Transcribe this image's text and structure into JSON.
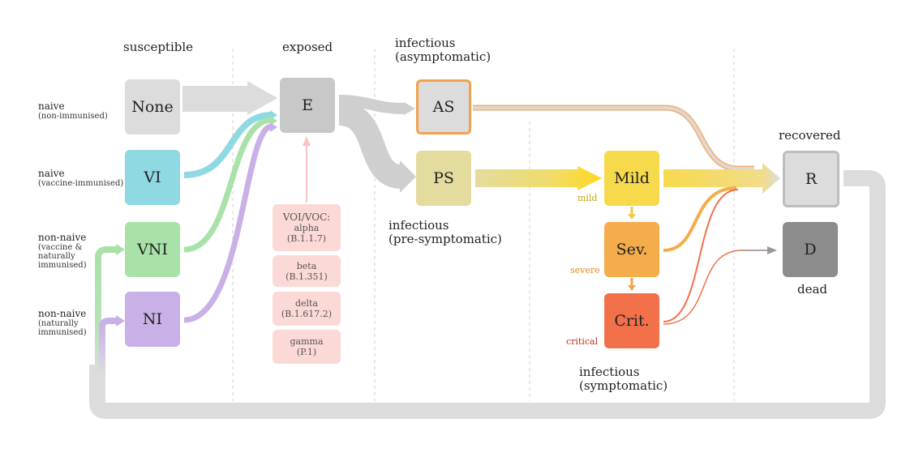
{
  "headers": {
    "susceptible": "susceptible",
    "exposed": "exposed",
    "infectious_asym_1": "infectious",
    "infectious_asym_2": "(asymptomatic)",
    "infectious_pre_1": "infectious",
    "infectious_pre_2": "(pre-symptomatic)",
    "infectious_sym_1": "infectious",
    "infectious_sym_2": "(symptomatic)",
    "recovered": "recovered",
    "dead": "dead"
  },
  "row_labels": {
    "naive1": {
      "title": "naive",
      "sub": [
        "(non-immunised)"
      ]
    },
    "naive2": {
      "title": "naive",
      "sub": [
        "(vaccine-immunised)"
      ]
    },
    "nonnaive1": {
      "title": "non-naive",
      "sub": [
        "(vaccine &",
        "naturally",
        "immunised)"
      ]
    },
    "nonnaive2": {
      "title": "non-naive",
      "sub": [
        "(naturally",
        "immunised)"
      ]
    }
  },
  "compartments": {
    "none": "None",
    "vi": "VI",
    "vni": "VNI",
    "ni": "NI",
    "e": "E",
    "as": "AS",
    "ps": "PS",
    "mild": "Mild",
    "sev": "Sev.",
    "crit": "Crit.",
    "r": "R",
    "d": "D"
  },
  "severity_labels": {
    "mild": "mild",
    "severe": "severe",
    "critical": "critical"
  },
  "variants": {
    "header": "VOI/VOC:",
    "items": [
      {
        "name": "alpha",
        "lineage": "(B.1.1.7)"
      },
      {
        "name": "beta",
        "lineage": "(B.1.351)"
      },
      {
        "name": "delta",
        "lineage": "(B.1.617.2)"
      },
      {
        "name": "gamma",
        "lineage": "(P.1)"
      }
    ]
  },
  "colors": {
    "grey_box": "#dcdcdc",
    "e_box": "#c8c8c8",
    "vi": "#8fd9e3",
    "vni": "#a8e2a8",
    "ni": "#c9b0e6",
    "as_border": "#f2a24c",
    "ps": "#e3dc9e",
    "mild": "#f7d94c",
    "sev": "#f5ac4a",
    "crit": "#f2704a",
    "d_box": "#8c8c8c",
    "voc_box": "#fbd9d6",
    "mild_text": "#c9a216",
    "severe_text": "#e08a22",
    "critical_text": "#c0301a"
  }
}
